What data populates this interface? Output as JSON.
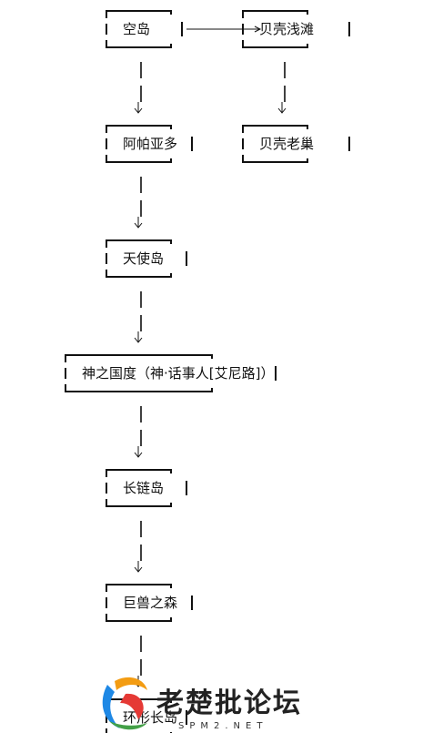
{
  "diagram": {
    "nodes": [
      {
        "id": "n1",
        "label": "空岛"
      },
      {
        "id": "n2",
        "label": "贝壳浅滩"
      },
      {
        "id": "n3",
        "label": "阿帕亚多"
      },
      {
        "id": "n4",
        "label": "贝壳老巢"
      },
      {
        "id": "n5",
        "label": "天使岛"
      },
      {
        "id": "n6",
        "label": "神之国度（神·话事人[艾尼路]）"
      },
      {
        "id": "n7",
        "label": "长链岛"
      },
      {
        "id": "n8",
        "label": "巨兽之森"
      },
      {
        "id": "n9",
        "label": "环形长岛"
      }
    ],
    "edges": [
      {
        "from": "n1",
        "to": "n2",
        "style": "solid"
      },
      {
        "from": "n1",
        "to": "n3",
        "style": "dashed"
      },
      {
        "from": "n2",
        "to": "n4",
        "style": "dashed"
      },
      {
        "from": "n3",
        "to": "n5",
        "style": "dashed"
      },
      {
        "from": "n5",
        "to": "n6",
        "style": "dashed"
      },
      {
        "from": "n6",
        "to": "n7",
        "style": "dashed"
      },
      {
        "from": "n7",
        "to": "n8",
        "style": "dashed"
      },
      {
        "from": "n8",
        "to": "n9",
        "style": "dashed"
      }
    ]
  },
  "watermark": {
    "title": "老楚批论坛",
    "subtitle": "SPM2.NET",
    "colors": {
      "blue": "#1e88e5",
      "orange": "#f39c12",
      "red": "#e53935",
      "green": "#43a047"
    }
  }
}
